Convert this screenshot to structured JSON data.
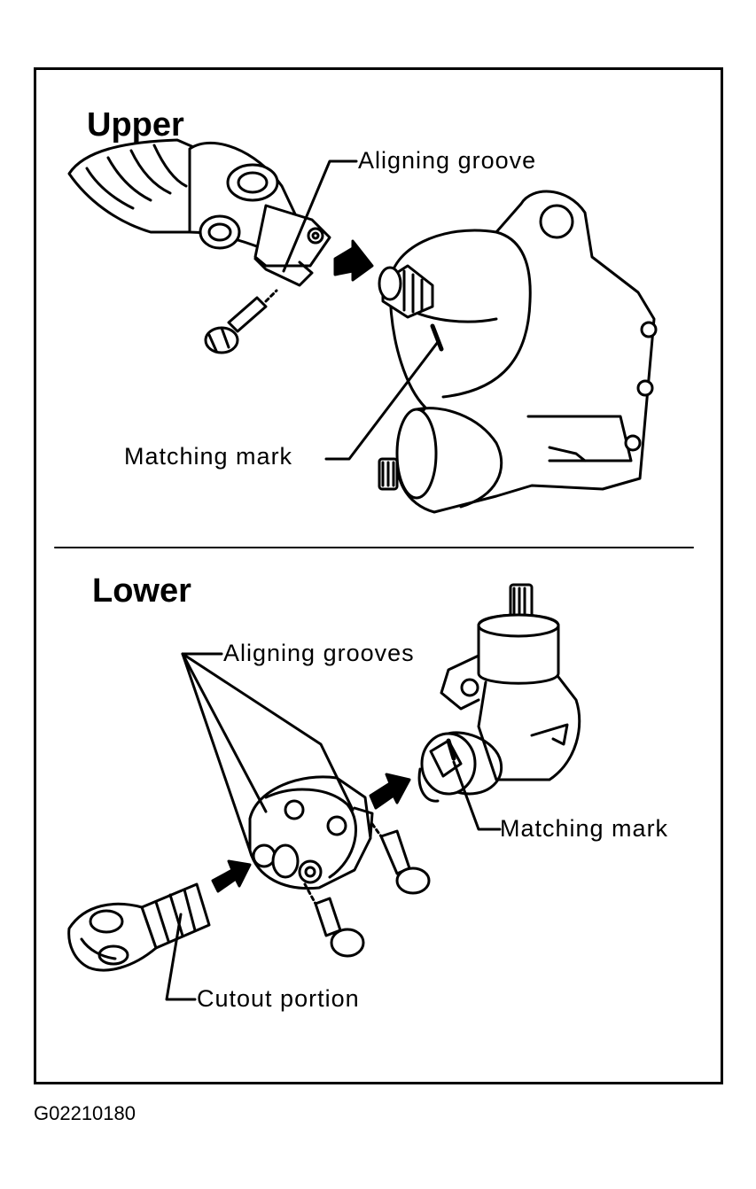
{
  "upper": {
    "heading": "Upper",
    "aligning_groove": "Aligning groove",
    "matching_mark": "Matching mark"
  },
  "lower": {
    "heading": "Lower",
    "aligning_grooves": "Aligning grooves",
    "matching_mark": "Matching mark",
    "cutout_portion": "Cutout portion"
  },
  "figure_code": "G02210180"
}
